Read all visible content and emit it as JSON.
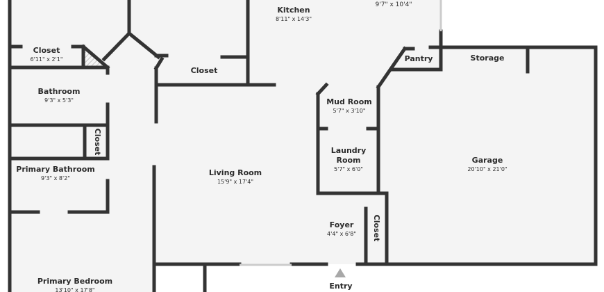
{
  "colors": {
    "wall": "#333333",
    "floor": "#f4f4f4",
    "background": "#ffffff",
    "entry_marker": "#a8a8a8"
  },
  "rooms": [
    {
      "id": "top-right",
      "name": "",
      "dims": "9'7\" x 10'4\""
    },
    {
      "id": "kitchen",
      "name": "Kitchen",
      "dims": "8'11\" x 14'3\""
    },
    {
      "id": "closet-1",
      "name": "Closet",
      "dims": "6'11\" x 2'1\""
    },
    {
      "id": "closet-2",
      "name": "Closet",
      "dims": ""
    },
    {
      "id": "pantry",
      "name": "Pantry",
      "dims": ""
    },
    {
      "id": "storage",
      "name": "Storage",
      "dims": ""
    },
    {
      "id": "bathroom",
      "name": "Bathroom",
      "dims": "9'3\" x 5'3\""
    },
    {
      "id": "mud-room",
      "name": "Mud Room",
      "dims": "5'7\" x 3'10\""
    },
    {
      "id": "closet-3",
      "name": "Closet",
      "dims": ""
    },
    {
      "id": "laundry",
      "name": "Laundry\nRoom",
      "dims": "5'7\" x 6'0\""
    },
    {
      "id": "garage",
      "name": "Garage",
      "dims": "20'10\" x 21'0\""
    },
    {
      "id": "primary-bathroom",
      "name": "Primary Bathroom",
      "dims": "9'3\" x 8'2\""
    },
    {
      "id": "living-room",
      "name": "Living Room",
      "dims": "15'9\" x 17'4\""
    },
    {
      "id": "foyer",
      "name": "Foyer",
      "dims": "4'4\" x 6'8\""
    },
    {
      "id": "closet-4",
      "name": "Closet",
      "dims": ""
    },
    {
      "id": "primary-bedroom",
      "name": "Primary Bedroom",
      "dims": "13'10\" x 17'8\""
    },
    {
      "id": "entry",
      "name": "Entry",
      "dims": ""
    }
  ]
}
